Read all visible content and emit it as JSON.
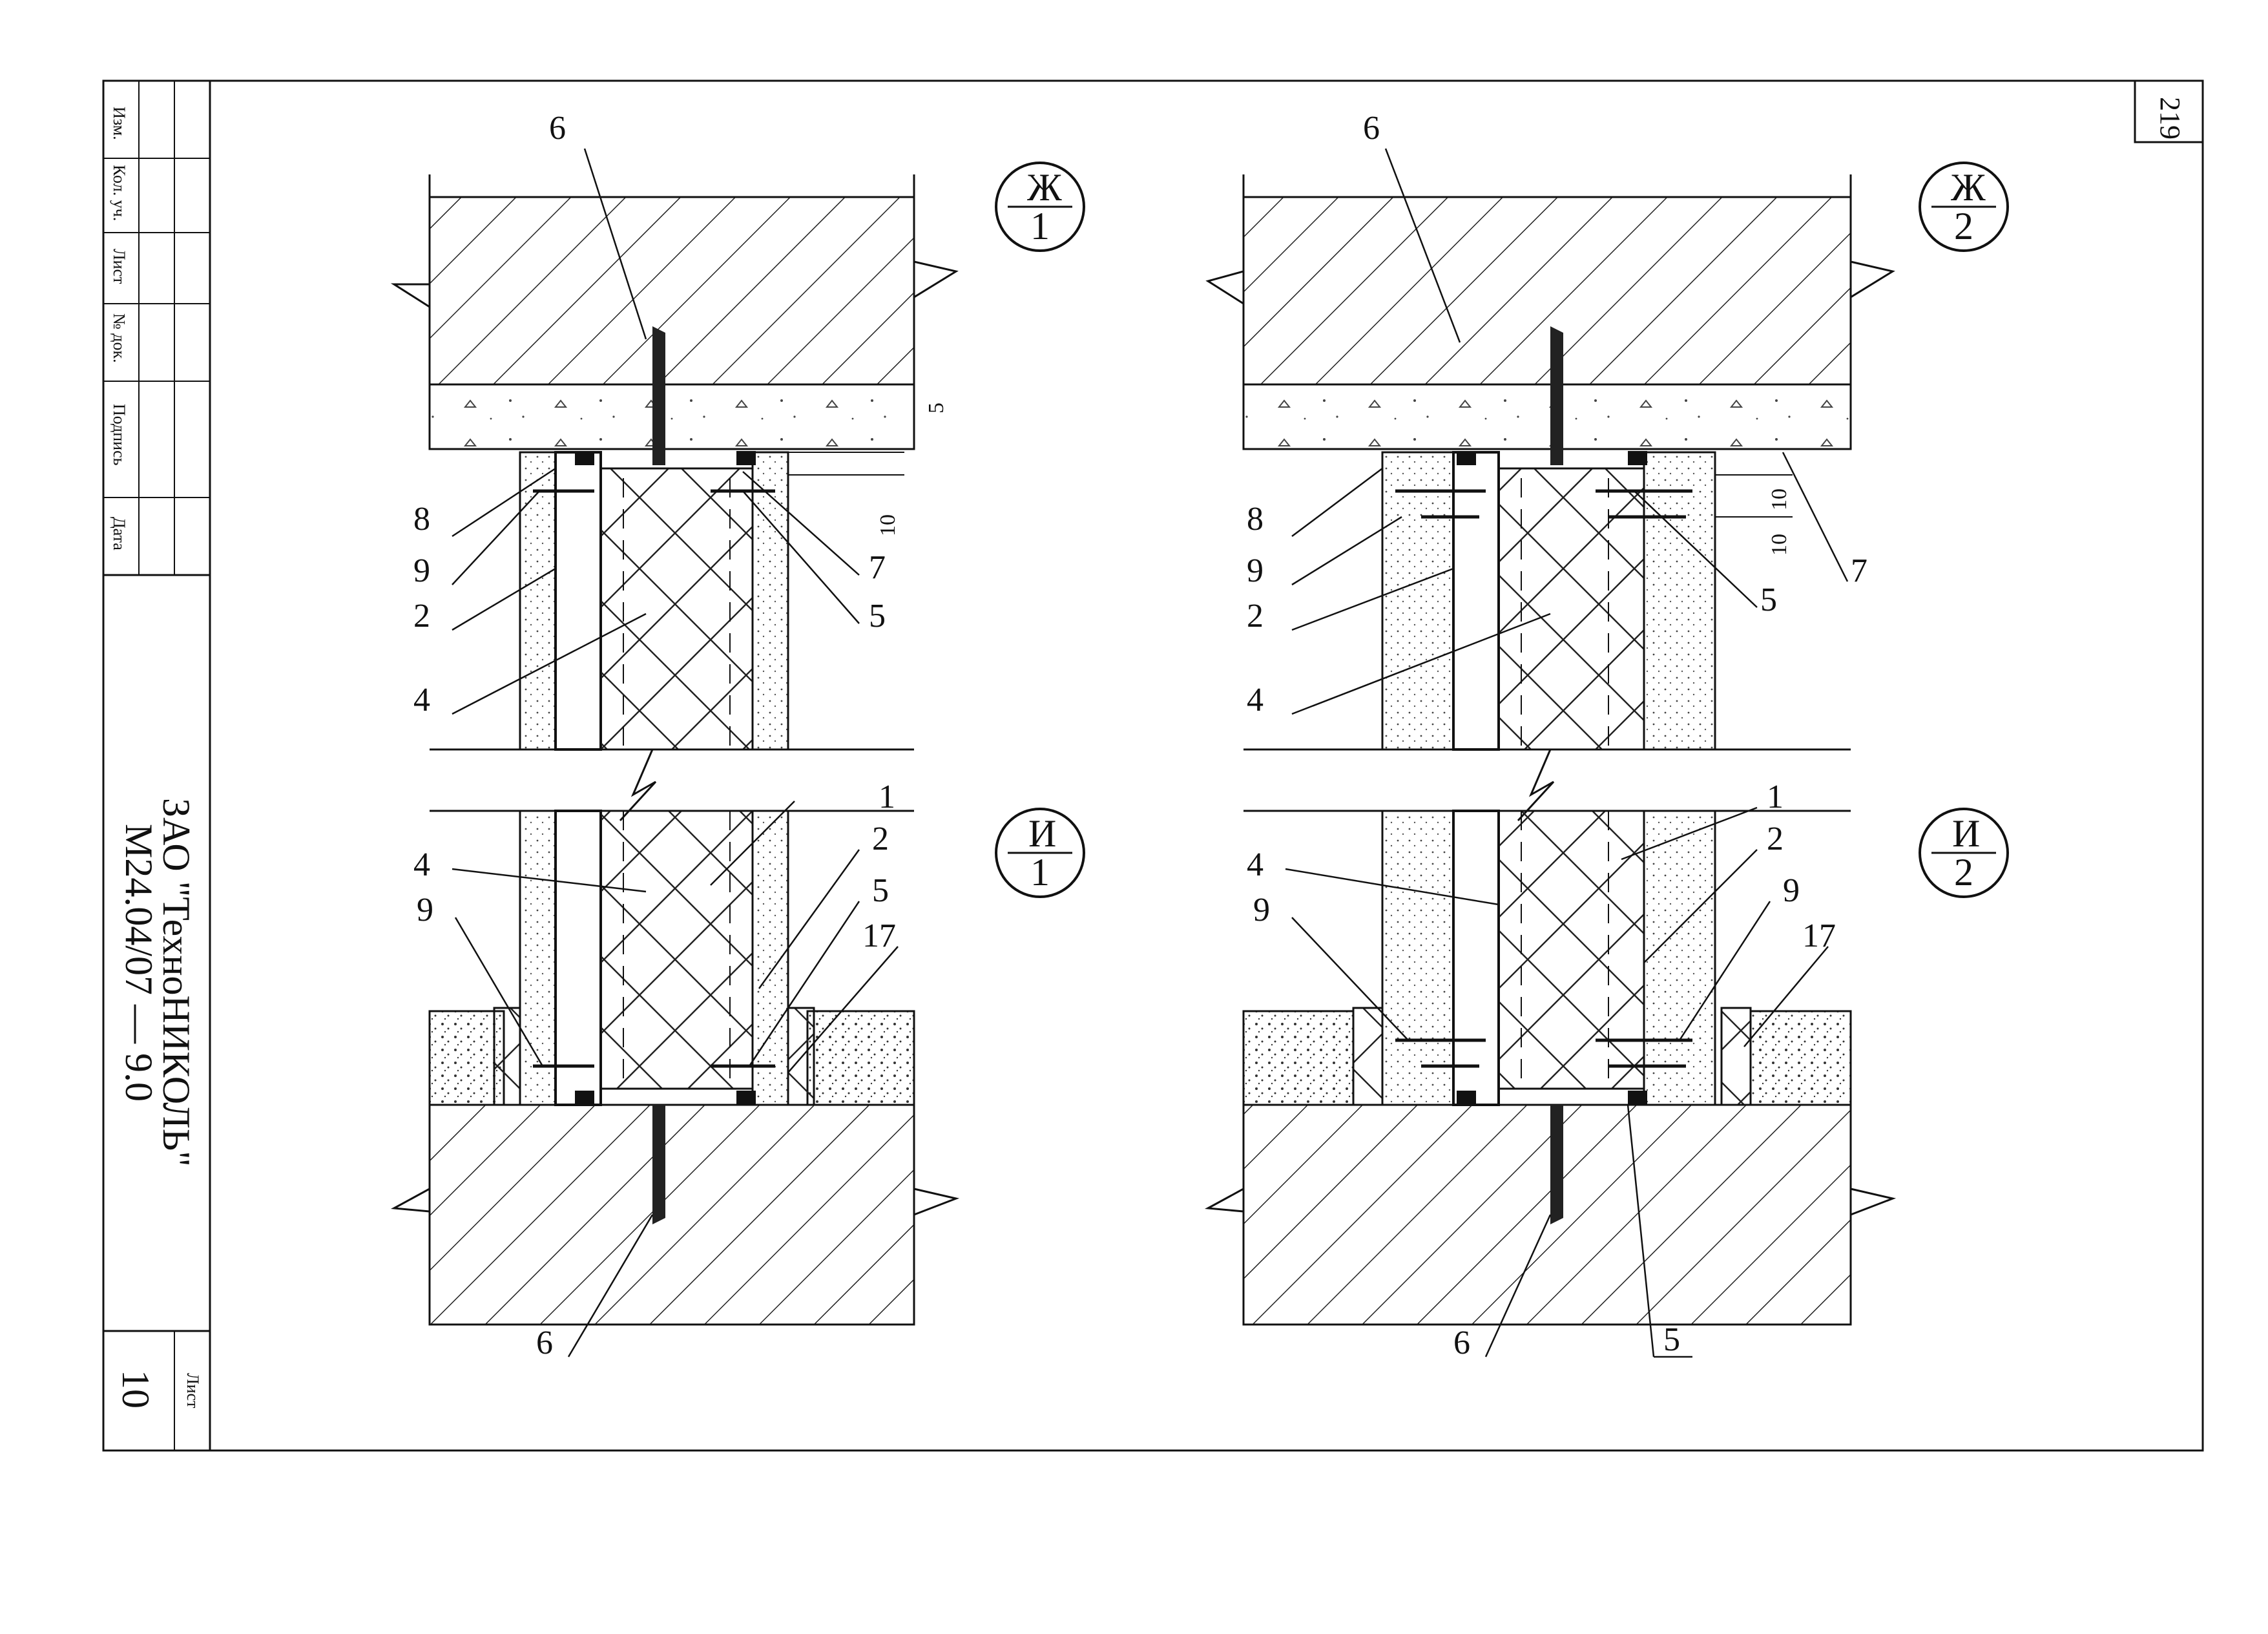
{
  "page_number": "219",
  "stamp": {
    "columns": [
      "Изм.",
      "Кол. уч.",
      "Лист",
      "№ док.",
      "Подпись",
      "Дата"
    ],
    "company": "ЗАО \"ТехноНИКОЛЬ\"",
    "doc_code": "М24.04/07 — 9.0",
    "sheet_label": "Лист",
    "sheet_number": "10"
  },
  "details": [
    {
      "id": "zh1",
      "letter": "Ж",
      "number": "1"
    },
    {
      "id": "zh2",
      "letter": "Ж",
      "number": "2"
    },
    {
      "id": "i1",
      "letter": "И",
      "number": "1"
    },
    {
      "id": "i2",
      "letter": "И",
      "number": "2"
    }
  ],
  "callouts": {
    "zh1": [
      "6",
      "8",
      "9",
      "2",
      "4",
      "7",
      "5"
    ],
    "zh1_dims": [
      "5",
      "10"
    ],
    "zh2": [
      "6",
      "8",
      "9",
      "2",
      "4",
      "5",
      "7"
    ],
    "zh2_dims": [
      "10",
      "10"
    ],
    "i1": [
      "1",
      "4",
      "2",
      "9",
      "5",
      "17",
      "6"
    ],
    "i2": [
      "1",
      "4",
      "2",
      "9",
      "9",
      "17",
      "6",
      "5"
    ]
  },
  "colors": {
    "line": "#111111",
    "paper": "#ffffff"
  }
}
